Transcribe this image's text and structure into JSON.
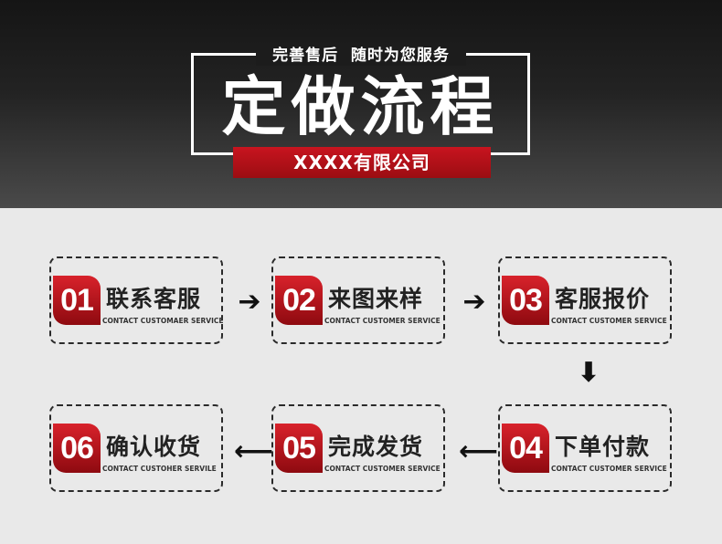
{
  "header": {
    "subtitle": "完善售后  随时为您服务",
    "title": "定做流程",
    "company": "XXXX有限公司"
  },
  "steps": [
    {
      "number": "01",
      "title": "联系客服",
      "subtitle": "CONTACT CUSTOMAER SERVICE"
    },
    {
      "number": "02",
      "title": "来图来样",
      "subtitle": "CONTACT CUSTOMER SERVICE"
    },
    {
      "number": "03",
      "title": "客服报价",
      "subtitle": "CONTACT CUSTOMER SERVICE"
    },
    {
      "number": "04",
      "title": "下单付款",
      "subtitle": "CONTACT CUSTOMER SERVICE"
    },
    {
      "number": "05",
      "title": "完成发货",
      "subtitle": "CONTACT CUSTOMER SERVICE"
    },
    {
      "number": "06",
      "title": "确认收货",
      "subtitle": "CONTACT CUSTOHER SERVILE"
    }
  ],
  "arrows": {
    "right": "➔",
    "down": "⬇",
    "left": "⟵"
  },
  "colors": {
    "accent": "#b5121b",
    "header_bg": "#1c1c1c",
    "body_bg": "#e9e9e9"
  }
}
